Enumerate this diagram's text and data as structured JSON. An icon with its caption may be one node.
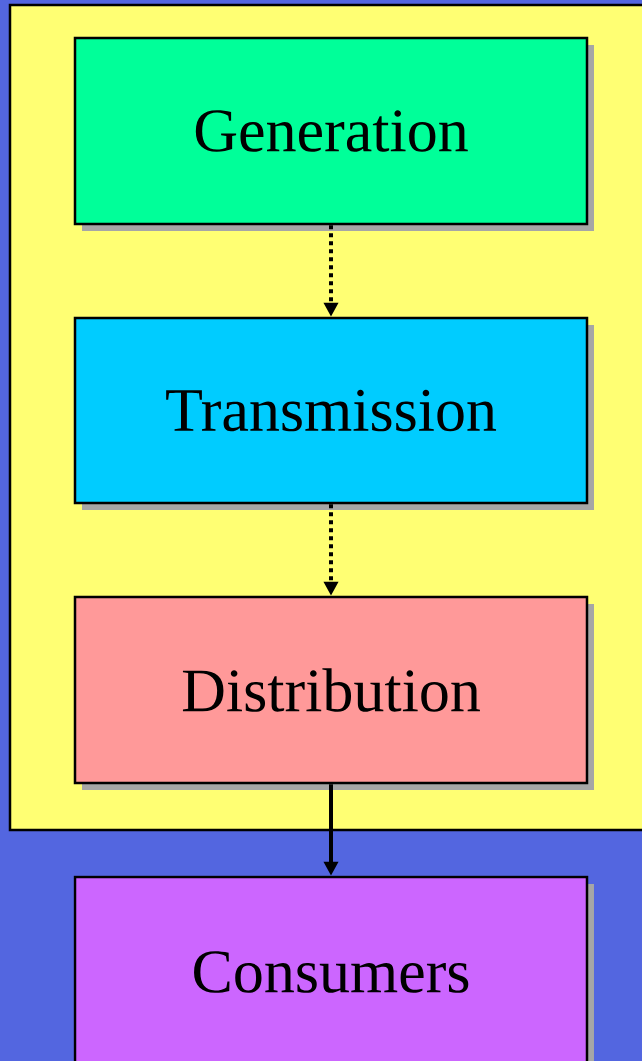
{
  "diagram": {
    "nodes": [
      {
        "text": [],
        "shape": "box"
      },
      {
        "text": [
          "Generation"
        ],
        "in": 0
      },
      {
        "text": [
          "Transmission"
        ],
        "in": 0
      },
      {
        "text": [
          "Distribution"
        ],
        "in": 0
      },
      {
        "text": [
          "Consumers"
        ]
      }
    ],
    "edges": [
      {
        "from": 1,
        "to": 2,
        "arrow": "to",
        "style": "dashed"
      },
      {
        "from": 2,
        "to": 3,
        "arrow": "to",
        "style": "dashed"
      },
      {
        "from": 3,
        "to": 4,
        "arrow": "to"
      }
    ]
  }
}
